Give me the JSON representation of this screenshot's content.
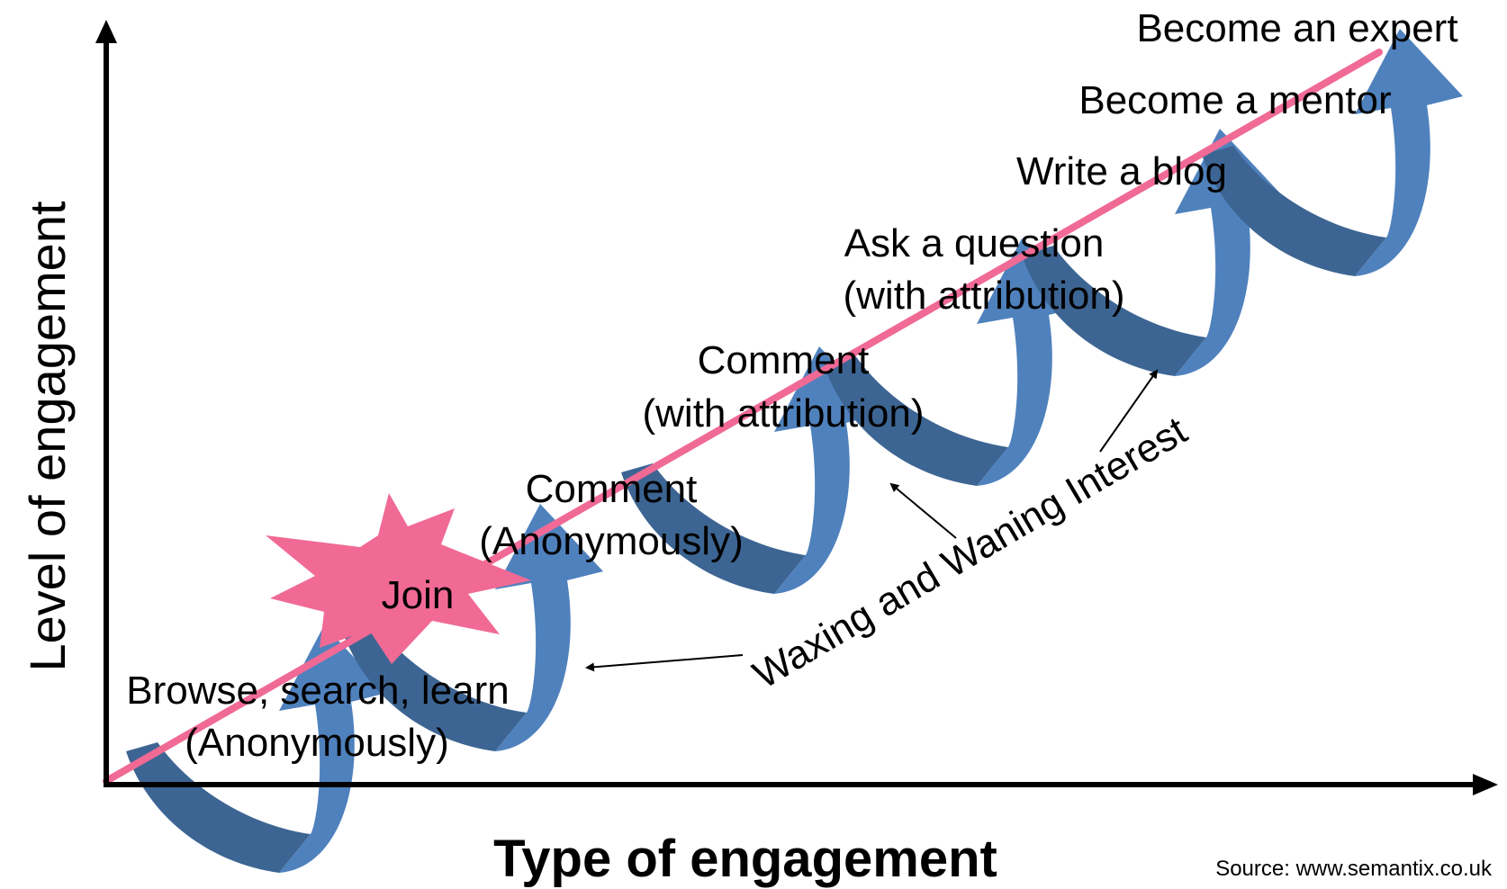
{
  "colors": {
    "trend_line": "#F06A95",
    "starburst": "#F06A95",
    "spiral_light": "#4F81BD",
    "spiral_dark": "#3D6593",
    "axes": "#000000",
    "text": "#000000"
  },
  "axes": {
    "y_title": "Level of engagement",
    "x_title": "Type of engagement"
  },
  "steps": [
    {
      "line1": "Browse, search, learn",
      "line2": "(Anonymously)"
    },
    {
      "line1": "Join",
      "line2": ""
    },
    {
      "line1": "Comment",
      "line2": "(Anonymously)"
    },
    {
      "line1": "Comment",
      "line2": "(with attribution)"
    },
    {
      "line1": "Ask a question",
      "line2": "(with attribution)"
    },
    {
      "line1": "Write a blog",
      "line2": ""
    },
    {
      "line1": "Become a mentor",
      "line2": ""
    },
    {
      "line1": "Become an expert",
      "line2": ""
    }
  ],
  "annotation": "Waxing and Waning Interest",
  "source": "Source:  www.semantix.co.uk",
  "icons": [
    "spiral-arrow-icon",
    "starburst-icon",
    "pointer-arrow-icon"
  ]
}
